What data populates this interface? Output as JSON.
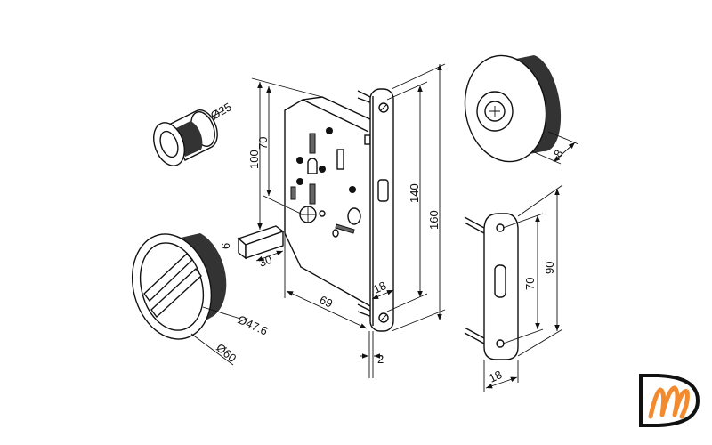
{
  "drawing": {
    "dimensions": {
      "cylinder_diameter": "Ø25",
      "body_height_70": "70",
      "body_height_100": "100",
      "spindle_6": "6",
      "spindle_30": "30",
      "backset_69": "69",
      "faceplate_width": "18",
      "faceplate_140": "140",
      "faceplate_160": "160",
      "faceplate_thickness": "2",
      "pull_inner_diameter": "Ø47.6",
      "pull_outer_diameter": "Ø60",
      "knob_depth": "8",
      "strike_70": "70",
      "strike_90": "90",
      "strike_width": "18"
    }
  },
  "logo": {
    "letters": "DM",
    "colors": {
      "outline": "#111111",
      "accent": "#f28a30"
    }
  }
}
